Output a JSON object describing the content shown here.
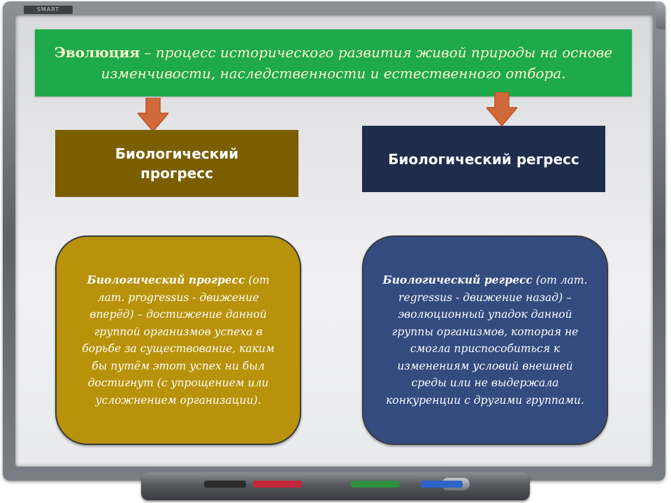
{
  "board": {
    "brand": "SMART"
  },
  "banner": {
    "term": "Эволюция",
    "definition": " – процесс исторического развития живой природы на основе изменчивости, наследственности и естественного отбора."
  },
  "progress": {
    "header": "Биологический прогресс",
    "term": "Биологический прогресс",
    "definition": " (от лат. progressus - движение вперёд) – достижение данной группой организмов успеха в борьбе за существование, каким бы путём этот успех ни был достигнут (с упрощением или усложнением организации)."
  },
  "regress": {
    "header": "Биологический регресс",
    "term": "Биологический регресс",
    "definition": " (от лат. regressus - движение назад) – эволюционный упадок данной группы организмов, которая не смогла приспособиться к изменениям условий внешней среды или не выдержала конкуренции с другими группами."
  },
  "colors": {
    "banner": "#1ea94a",
    "banner_text": "#fff8d0",
    "progress_header": "#7a5e00",
    "regress_header": "#1f2c4c",
    "progress_card": "#b8920a",
    "regress_card": "#334b7f",
    "arrow": "#d2693a"
  },
  "icons": {
    "arrow": "arrow-down-icon"
  }
}
